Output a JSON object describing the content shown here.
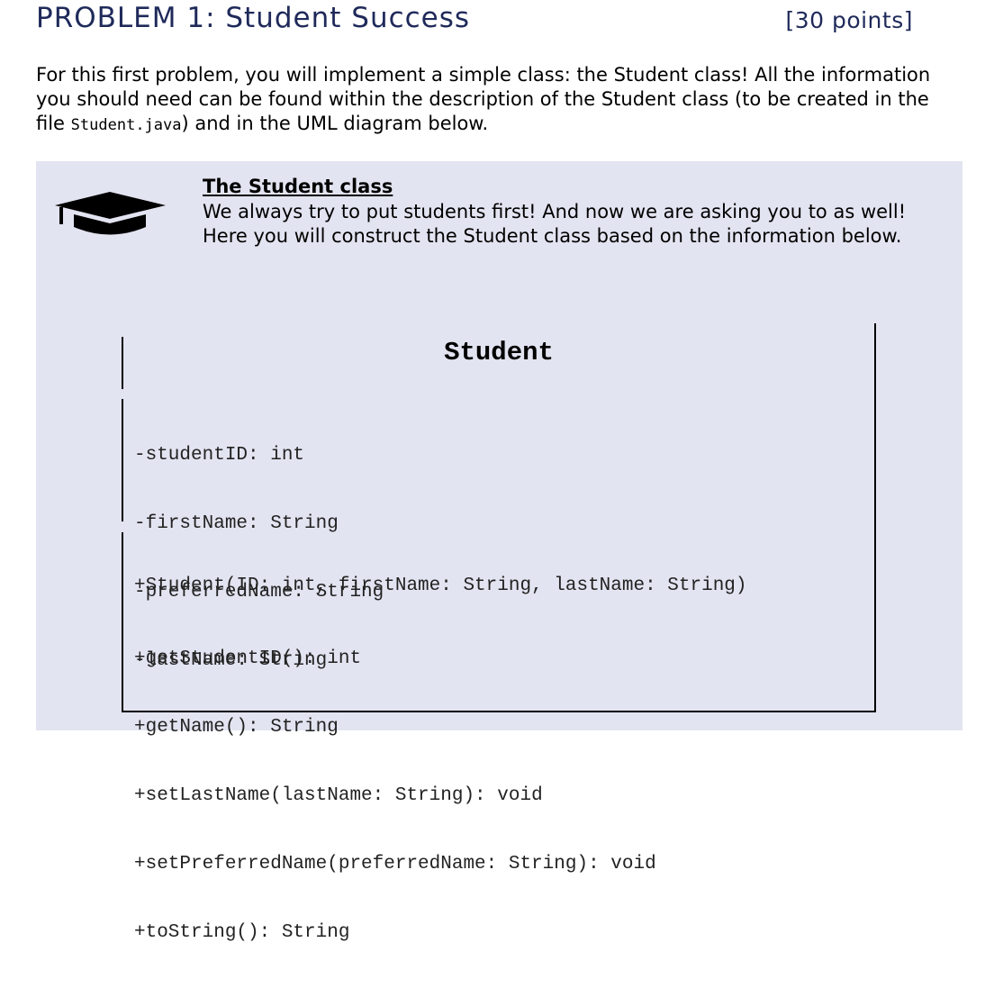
{
  "header": {
    "title": "PROBLEM 1: Student Success",
    "points": "[30 points]"
  },
  "intro": {
    "text_before": "For this first problem, you will implement a simple class: the Student class! All the information you should need can be found within the description of the Student class (to be created in the file ",
    "code": "Student.java",
    "text_after": ") and in the UML diagram below."
  },
  "panel": {
    "icon": "graduation-cap-icon",
    "heading": "The Student class",
    "description": "We always try to put students first! And now we are asking you to as well! Here you will construct the Student class based on the information below."
  },
  "uml": {
    "class_name": "Student",
    "attributes": [
      "-studentID: int",
      "-firstName: String",
      "-preferredName: String",
      "-lastName: String"
    ],
    "operations": [
      "+Student(ID: int, firstName: String, lastName: String)",
      "+getStudentID(): int",
      "+getName(): String",
      "+setLastName(lastName: String): void",
      "+setPreferredName(preferredName: String): void",
      "+toString(): String"
    ]
  },
  "colors": {
    "title": "#1f2a5a",
    "panel_background": "#e3e4f1"
  }
}
